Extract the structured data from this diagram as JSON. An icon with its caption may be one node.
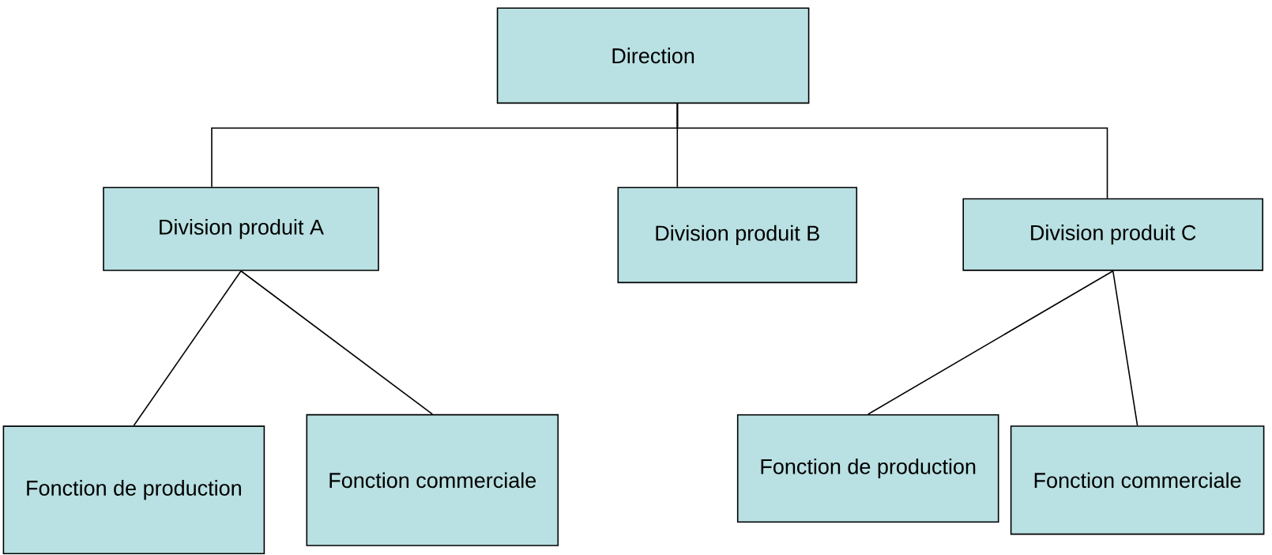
{
  "diagram": {
    "nodes": [
      {
        "text": [
          "Direction"
        ]
      },
      {
        "text": [
          "Division produit A"
        ]
      },
      {
        "text": [
          "Division produit B"
        ]
      },
      {
        "text": [
          "Division produit C"
        ]
      },
      {
        "text": [
          "Fonction de production"
        ]
      },
      {
        "text": [
          "Fonction commerciale"
        ]
      },
      {
        "text": [
          "Fonction de production"
        ]
      },
      {
        "text": [
          "Fonction commerciale"
        ]
      }
    ],
    "edges": [
      {
        "from": 0,
        "to": 1,
        "arrow": "none"
      },
      {
        "from": 0,
        "to": 2,
        "arrow": "none"
      },
      {
        "from": 0,
        "to": 3,
        "arrow": "none"
      },
      {
        "from": 1,
        "to": 4,
        "arrow": "none"
      },
      {
        "from": 1,
        "to": 5,
        "arrow": "none"
      },
      {
        "from": 3,
        "to": 6,
        "arrow": "none"
      },
      {
        "from": 3,
        "to": 7,
        "arrow": "none"
      }
    ]
  }
}
